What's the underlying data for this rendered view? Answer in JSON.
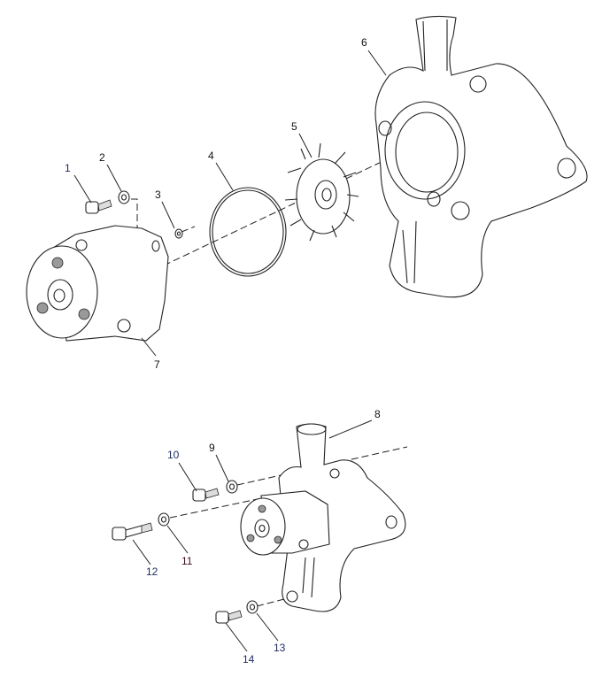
{
  "diagram": {
    "callouts": {
      "c1": "1",
      "c2": "2",
      "c3": "3",
      "c4": "4",
      "c5": "5",
      "c6": "6",
      "c7": "7",
      "c8": "8",
      "c9": "9",
      "c10": "10",
      "c11": "11",
      "c12": "12",
      "c13": "13",
      "c14": "14"
    },
    "colors": {
      "line": "#222222",
      "label_navy": "#1c2a5e",
      "label_black": "#111111"
    }
  }
}
